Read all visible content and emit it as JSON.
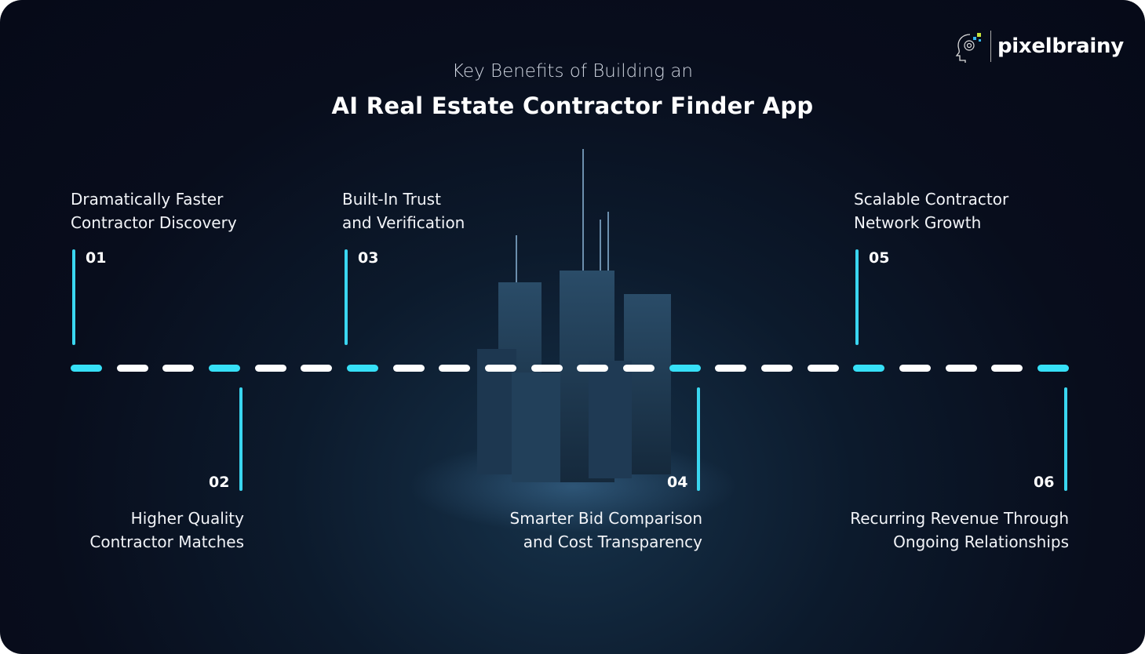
{
  "header": {
    "subtitle": "Key Benefits of Building an",
    "title": "AI Real Estate Contractor Finder App"
  },
  "logo": {
    "text": "pixelbrainy"
  },
  "colors": {
    "accent": "#36e0f7",
    "dash": "#ffffff"
  },
  "timeline": {
    "dash_count": 22,
    "accent_dashes": [
      0,
      3,
      6,
      13,
      17,
      21
    ]
  },
  "benefits": [
    {
      "number": "01",
      "line1": "Dramatically Faster",
      "line2": "Contractor Discovery"
    },
    {
      "number": "02",
      "line1": "Higher Quality",
      "line2": "Contractor Matches"
    },
    {
      "number": "03",
      "line1": "Built-In Trust",
      "line2": "and Verification"
    },
    {
      "number": "04",
      "line1": "Smarter Bid Comparison",
      "line2": "and Cost Transparency"
    },
    {
      "number": "05",
      "line1": "Scalable Contractor",
      "line2": "Network Growth"
    },
    {
      "number": "06",
      "line1": "Recurring Revenue Through",
      "line2": "Ongoing Relationships"
    }
  ]
}
